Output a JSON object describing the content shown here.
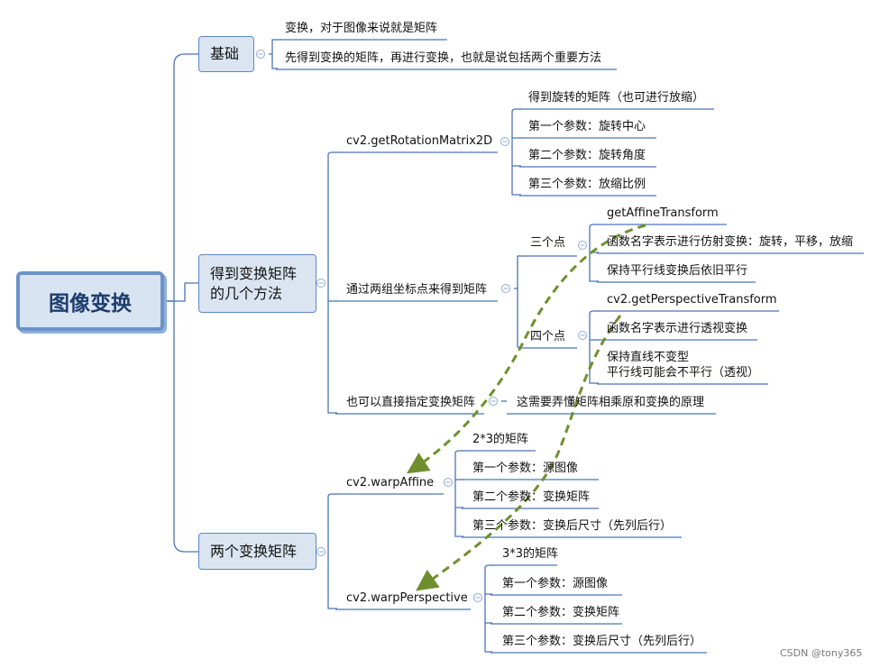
{
  "root": {
    "label": "图像变换"
  },
  "basics": {
    "label": "基础",
    "items": [
      "变换，对于图像来说就是矩阵",
      "先得到变换的矩阵，再进行变换，也就是说包括两个重要方法"
    ]
  },
  "methods": {
    "label_line1": "得到变换矩阵",
    "label_line2": "的几个方法",
    "rotation": {
      "label": "cv2.getRotationMatrix2D",
      "items": [
        "得到旋转的矩阵（也可进行放缩）",
        "第一个参数：旋转中心",
        "第二个参数：旋转角度",
        "第三个参数：放缩比例"
      ]
    },
    "two_point_sets": {
      "label": "通过两组坐标点来得到矩阵",
      "three_points": {
        "label": "三个点",
        "items": [
          "getAffineTransform",
          "函数名字表示进行仿射变换：旋转，平移，放缩",
          "保持平行线变换后依旧平行"
        ]
      },
      "four_points": {
        "label": "四个点",
        "items": [
          "cv2.getPerspectiveTransform",
          "函数名字表示进行透视变换"
        ],
        "keep_lines": "保持直线不变型",
        "not_parallel": "平行线可能会不平行（透视）"
      }
    },
    "direct": {
      "label": "也可以直接指定变换矩阵",
      "item": "这需要弄懂矩阵相乘原和变换的原理"
    }
  },
  "two_matrices": {
    "label": "两个变换矩阵",
    "warp_affine": {
      "label": "cv2.warpAffine",
      "items": [
        "2*3的矩阵",
        "第一个参数：源图像",
        "第二个参数：变换矩阵",
        "第三个参数：变换后尺寸（先列后行）"
      ]
    },
    "warp_perspective": {
      "label": "cv2.warpPerspective",
      "items": [
        "3*3的矩阵",
        "第一个参数：源图像",
        "第二个参数：变换矩阵",
        "第三个参数：变换后尺寸（先列后行）"
      ]
    }
  },
  "watermark": "CSDN @tony365",
  "colors": {
    "connector": "#4a73b7",
    "underline": "#4a73b7",
    "node_fill": "#dbe5f1",
    "node_border": "#5b87c5",
    "arrow": "#6f8f2e"
  }
}
